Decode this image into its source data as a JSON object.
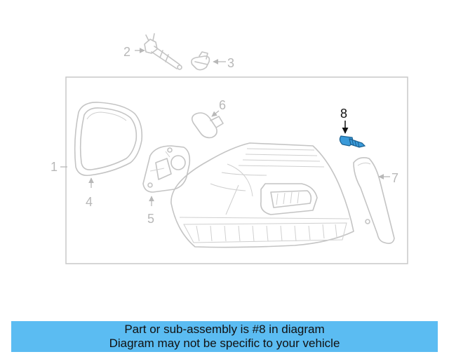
{
  "diagram": {
    "callouts": {
      "c1": "1",
      "c2": "2",
      "c3": "3",
      "c4": "4",
      "c5": "5",
      "c6": "6",
      "c7": "7",
      "c8": "8"
    },
    "highlighted_part": "8",
    "highlight_color": "#3a9ad9",
    "line_color": "#c4c4c4"
  },
  "caption": {
    "line1": "Part or sub-assembly is #8 in diagram",
    "line2": "Diagram may not be specific to your vehicle",
    "background": "#5bbcf2"
  }
}
